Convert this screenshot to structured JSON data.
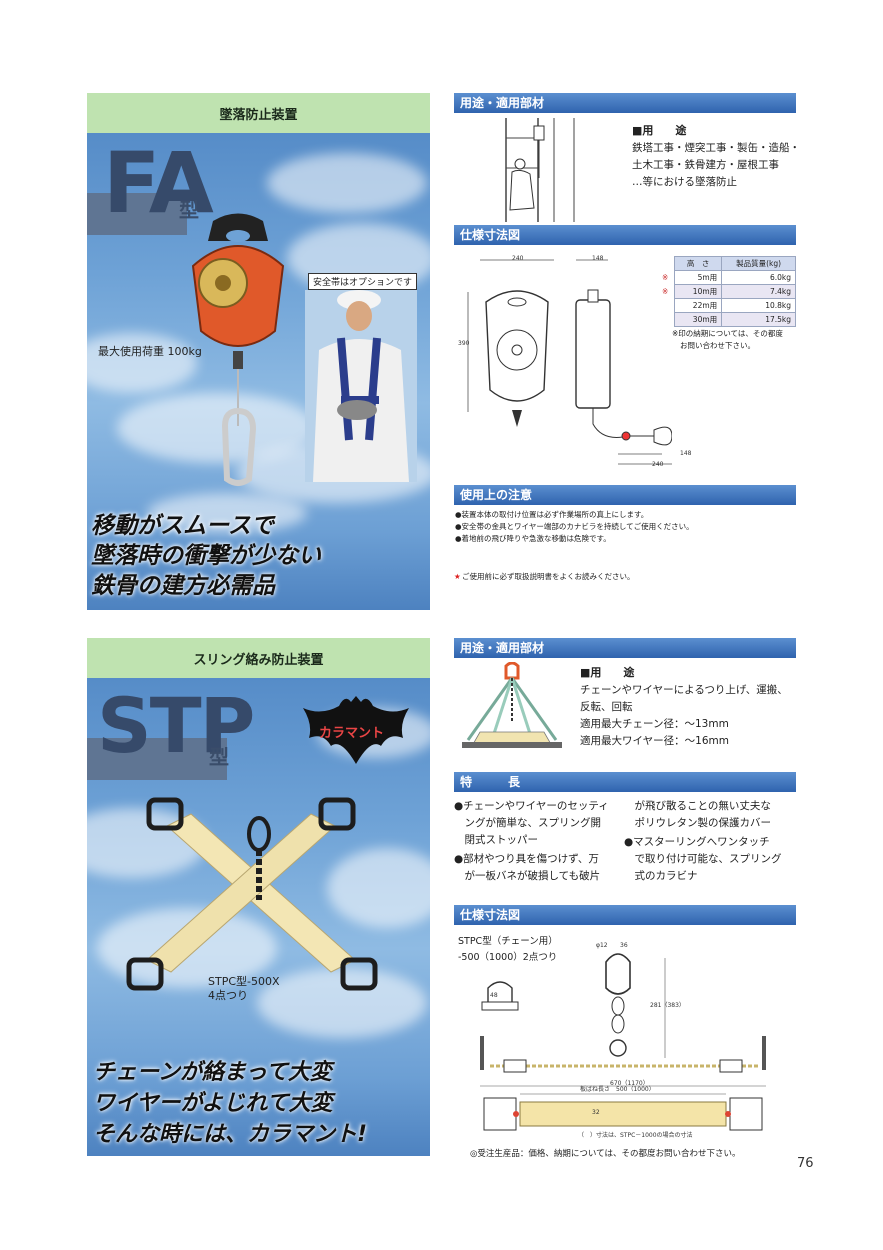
{
  "fa": {
    "header": "墜落防止装置",
    "model": "FA",
    "model_suffix": "型",
    "max_load": "最大使用荷重 100kg",
    "option_note": "安全帯はオプションです",
    "catch": [
      "移動がスムースで",
      "墜落時の衝撃が少ない",
      "鉄骨の建方必需品"
    ]
  },
  "fa_usage": {
    "bar": "用途・適用部材",
    "heading": "■用　　途",
    "lines": [
      "鉄塔工事・煙突工事・製缶・造船・",
      "土木工事・鉄骨建方・屋根工事",
      "…等における墜落防止"
    ]
  },
  "fa_spec": {
    "bar": "仕様寸法図",
    "dims": {
      "w240_top": "240",
      "w148_top": "148",
      "h390": "390",
      "w148_bot": "148",
      "w240_bot": "240"
    },
    "table_headers": [
      "高　さ",
      "製品質量(kg)"
    ],
    "rows": [
      {
        "mark": "※",
        "height": "5m用",
        "mass": "6.0kg"
      },
      {
        "mark": "※",
        "height": "10m用",
        "mass": "7.4kg"
      },
      {
        "mark": "",
        "height": "22m用",
        "mass": "10.8kg"
      },
      {
        "mark": "",
        "height": "30m用",
        "mass": "17.5kg"
      }
    ],
    "note": [
      "※印の納期については、その都度",
      "お問い合わせ下さい。"
    ]
  },
  "fa_caution": {
    "bar": "使用上の注意",
    "lines": [
      "●装置本体の取付け位置は必ず作業場所の真上にします。",
      "●安全帯の金具とワイヤー端部のカナビラを持続してご使用ください。",
      "●着地前の飛び降りや急激な移動は危険です。"
    ],
    "star": "★",
    "star_note": "ご使用前に必ず取扱説明書をよくお読みください。"
  },
  "stp": {
    "header": "スリング絡み防止装置",
    "model": "STP",
    "model_suffix": "型",
    "logo": "カラマント",
    "label": [
      "STPC型-500X",
      "4点つり"
    ],
    "catch": [
      "チェーンが絡まって大変",
      "ワイヤーがよじれて大変",
      "そんな時には、カラマント!"
    ]
  },
  "stp_usage": {
    "bar": "用途・適用部材",
    "heading": "■用　　途",
    "lines": [
      "チェーンやワイヤーによるつり上げ、運搬、",
      "反転、回転",
      "適用最大チェーン径：～13mm",
      "適用最大ワイヤー径：～16mm"
    ]
  },
  "stp_features": {
    "bar": "特　　　長",
    "left": [
      "●チェーンやワイヤーのセッティ",
      "　ングが簡単な、スプリング開",
      "　閉式ストッパー",
      "●部材やつり具を傷つけず、万",
      "　が一板バネが破損しても破片"
    ],
    "right": [
      "　が飛び散ることの無い丈夫な",
      "　ポリウレタン製の保護カバー",
      "●マスターリングへワンタッチ",
      "　で取り付け可能な、スプリング",
      "　式のカラビナ"
    ]
  },
  "stp_spec": {
    "bar": "仕様寸法図",
    "caption": [
      "STPC型（チェーン用）",
      "-500（1000）2点つり"
    ],
    "dims": {
      "phi12": "φ12",
      "d36": "36",
      "d48": "48",
      "d281": "281（383）",
      "d670": "670（1170）",
      "span": "板ばね長さ　500（1000）",
      "d32": "32"
    },
    "paren_note": "（　）寸法は、STPC－1000の場合の寸法",
    "order_note": "◎受注生産品：価格、納期については、その都度お問い合わせ下さい。"
  },
  "page_number": "76",
  "colors": {
    "section_bar": "#2f63ae",
    "header_green": "#bfe3b0",
    "sky": "#6ea2d6",
    "accent_red": "#d22"
  }
}
